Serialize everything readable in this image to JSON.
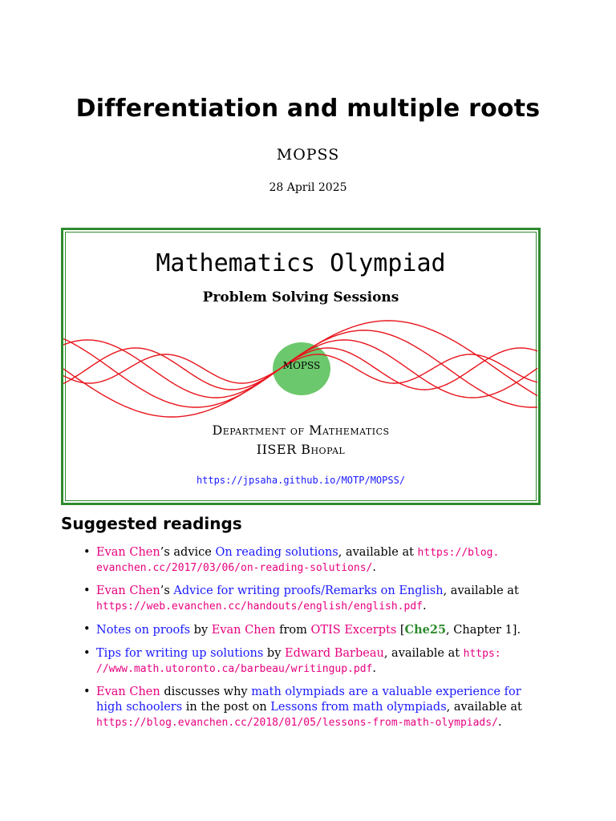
{
  "document": {
    "title": "Differentiation and multiple roots",
    "author": "MOPSS",
    "date": "28 April 2025"
  },
  "banner": {
    "title": "Mathematics Olympiad",
    "subtitle": "Problem Solving Sessions",
    "badge": "MOPSS",
    "department": "Department of Mathematics",
    "institute": "IISER Bhopal",
    "url": "https://jpsaha.github.io/MOTP/MOPSS/",
    "colors": {
      "frame": "#2e8b2e",
      "waves": "#e8141c",
      "badge": "#6cc86c"
    }
  },
  "readings": {
    "heading": "Suggested readings",
    "bullet": "•",
    "items": [
      {
        "author": "Evan Chen",
        "t1": "’s advice ",
        "link": "On reading solutions",
        "t2": ", available at ",
        "url1": "https://blog.",
        "url2": "evanchen.cc/2017/03/06/on-reading-solutions/",
        "end": "."
      },
      {
        "author": "Evan Chen",
        "t1": "’s ",
        "link": "Advice for writing proofs/Remarks on English",
        "t2": ", available at",
        "url": "https://web.evanchen.cc/handouts/english/english.pdf",
        "end": "."
      },
      {
        "link": "Notes on proofs",
        "t1": " by ",
        "author": "Evan Chen",
        "t2": " from ",
        "source": "OTIS Excerpts",
        "t3": " [",
        "cite": "Che25",
        "t4": ", Chapter 1]."
      },
      {
        "link": "Tips for writing up solutions",
        "t1": " by ",
        "author": "Edward Barbeau",
        "t2": ", available at ",
        "url1": "https:",
        "url2": "//www.math.utoronto.ca/barbeau/writingup.pdf",
        "end": "."
      },
      {
        "author": "Evan Chen",
        "t1": " discusses why ",
        "link1a": "math olympiads are a valuable experience for",
        "link1b": "high schoolers",
        "t2": " in the post on ",
        "link2": "Lessons from math olympiads",
        "t3": ", available at",
        "url": "https://blog.evanchen.cc/2018/01/05/lessons-from-math-olympiads/",
        "end": "."
      }
    ]
  }
}
